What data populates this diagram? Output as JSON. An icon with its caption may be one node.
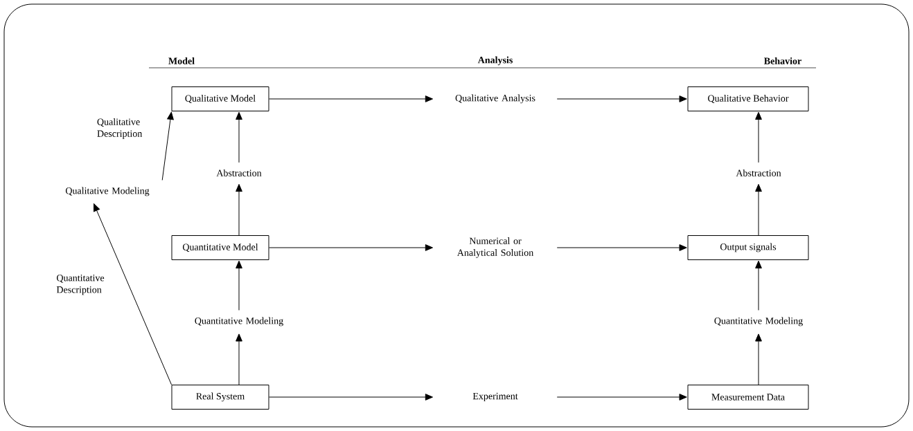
{
  "diagram": {
    "nodes": [
      {
        "text": [
          "Qualitative Model"
        ]
      },
      {
        "text": [
          "Qualitative Analysis"
        ]
      },
      {
        "text": [
          "Qualitative Behavior"
        ]
      },
      {
        "text": [
          "Qualitative Modeling"
        ]
      },
      {
        "text": [
          "Abstraction"
        ]
      },
      {
        "text": [
          "Abstraction"
        ]
      },
      {
        "text": [
          "Quantitative Model"
        ]
      },
      {
        "text": [
          "Numerical or Analytical Solution"
        ]
      },
      {
        "text": [
          "Output signals"
        ]
      },
      {
        "text": [
          "Quantitative Modeling"
        ]
      },
      {
        "text": [
          "Quantitative Modeling"
        ]
      },
      {
        "text": [
          "Real System"
        ]
      },
      {
        "text": [
          "Experiment"
        ]
      },
      {
        "text": [
          "Measurement Data"
        ]
      }
    ],
    "edges": [
      {
        "from": 0,
        "to": 1,
        "arrow": "to"
      },
      {
        "from": 1,
        "to": 2,
        "arrow": "to"
      },
      {
        "from": 3,
        "to": 0,
        "arrow": "to",
        "label": "Qualitative Description"
      },
      {
        "from": 4,
        "to": 0,
        "arrow": "to"
      },
      {
        "from": 5,
        "to": 2,
        "arrow": "to"
      },
      {
        "from": 6,
        "to": 4,
        "arrow": "to"
      },
      {
        "from": 8,
        "to": 5,
        "arrow": "to"
      },
      {
        "from": 6,
        "to": 7,
        "arrow": "to"
      },
      {
        "from": 7,
        "to": 8,
        "arrow": "to"
      },
      {
        "from": 9,
        "to": 6,
        "arrow": "to"
      },
      {
        "from": 10,
        "to": 8,
        "arrow": "to"
      },
      {
        "from": 11,
        "to": 9,
        "arrow": "to"
      },
      {
        "from": 11,
        "to": 3,
        "arrow": "to",
        "label": "Quantitative Description"
      },
      {
        "from": 11,
        "to": 12,
        "arrow": "to"
      },
      {
        "from": 12,
        "to": 13,
        "arrow": "to"
      },
      {
        "from": 13,
        "to": 10,
        "arrow": "to"
      }
    ],
    "labels": [
      "Model",
      "Analysis",
      "Behavior"
    ]
  }
}
